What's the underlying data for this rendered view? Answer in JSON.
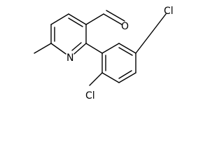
{
  "molecule": {
    "atoms": {
      "aldehyde_oxygen": "O",
      "ring_nitrogen": "N",
      "chlorine_upper": "Cl",
      "chlorine_lower": "Cl"
    }
  }
}
